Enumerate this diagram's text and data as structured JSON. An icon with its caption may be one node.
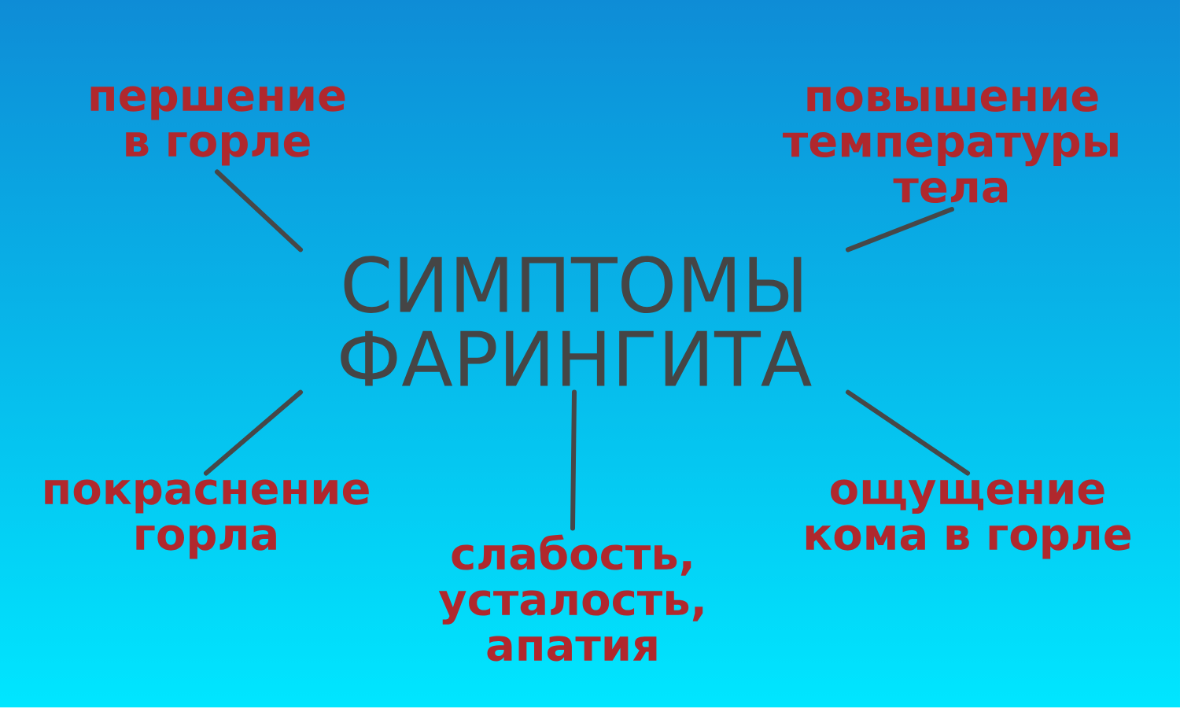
{
  "diagram": {
    "nodes": [
      {
        "text": [
          "першение в горле"
        ]
      },
      {
        "text": [
          "повышение температуры тела"
        ]
      },
      {
        "text": [
          "СИМПТОМЫ ФАРИНГИТА"
        ]
      },
      {
        "text": [
          "покраснение горла"
        ]
      },
      {
        "text": [
          "слабость, усталость, апатия"
        ]
      },
      {
        "text": [
          "ощущение кома в горле"
        ]
      }
    ],
    "edges": [
      {
        "from": 2,
        "to": 0,
        "arrow": "none"
      },
      {
        "from": 2,
        "to": 1,
        "arrow": "none"
      },
      {
        "from": 2,
        "to": 3,
        "arrow": "none"
      },
      {
        "from": 2,
        "to": 4,
        "arrow": "none"
      },
      {
        "from": 2,
        "to": 5,
        "arrow": "none"
      }
    ]
  }
}
